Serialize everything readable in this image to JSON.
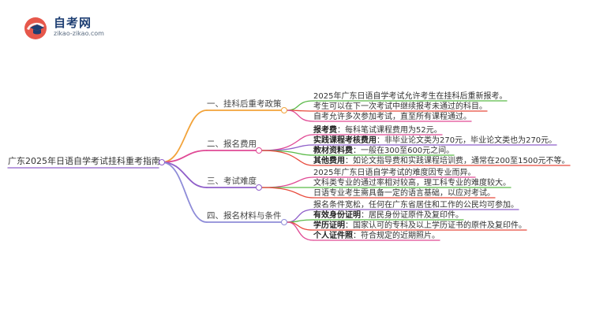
{
  "logo": {
    "title": "自考网",
    "url": "zikao-zikao.com",
    "icon": "graduation-cap-icon"
  },
  "root": {
    "label": "广东2025年日语自学考试挂科重考指南"
  },
  "colors": {
    "branch1": "#f2a33a",
    "branch2": "#e04a95",
    "branch3": "#8f5fc9",
    "branch4": "#8e8cd8",
    "leaf_green": "#5aba48",
    "leaf_red": "#e84a3c",
    "leaf_pink": "#e04a95",
    "leaf_purple": "#8f5fc9"
  },
  "branches": [
    {
      "label": "一、挂科后重考政策",
      "leaves": [
        {
          "text": "2025年广东日语自学考试允许考生在挂科后重新报考。"
        },
        {
          "text": "考生可以在下一次考试中继续报考未通过的科目。"
        },
        {
          "text": "自考允许多次参加考试，直至所有课程通过。"
        }
      ]
    },
    {
      "label": "二、报名费用",
      "leaves": [
        {
          "bold": "报考费",
          "text": "：每科笔试课程费用为52元。"
        },
        {
          "bold": "实践课程考核费用",
          "text": "：非毕业论文类为270元，毕业论文类也为270元。"
        },
        {
          "bold": "教材资料费",
          "text": "：一般在300至600元之间。"
        },
        {
          "bold": "其他费用",
          "text": "：如论文指导费和实践课程培训费，通常在200至1500元不等。"
        }
      ]
    },
    {
      "label": "三、考试难度",
      "leaves": [
        {
          "text": "2025年广东日语自学考试的难度因专业而异。"
        },
        {
          "text": "文科类专业的通过率相对较高，理工科专业的难度较大。"
        },
        {
          "text": "日语专业考生需具备一定的语言基础，以应对考试。"
        }
      ]
    },
    {
      "label": "四、报名材料与条件",
      "leaves": [
        {
          "text": "报名条件宽松，任何在广东省居住和工作的公民均可参加。"
        },
        {
          "bold": "有效身份证明",
          "text": "：居民身份证原件及复印件。"
        },
        {
          "bold": "学历证明",
          "text": "：国家认可的专科及以上学历证书的原件及复印件。"
        },
        {
          "bold": "个人证件照",
          "text": "：符合规定的近期照片。"
        }
      ]
    }
  ]
}
